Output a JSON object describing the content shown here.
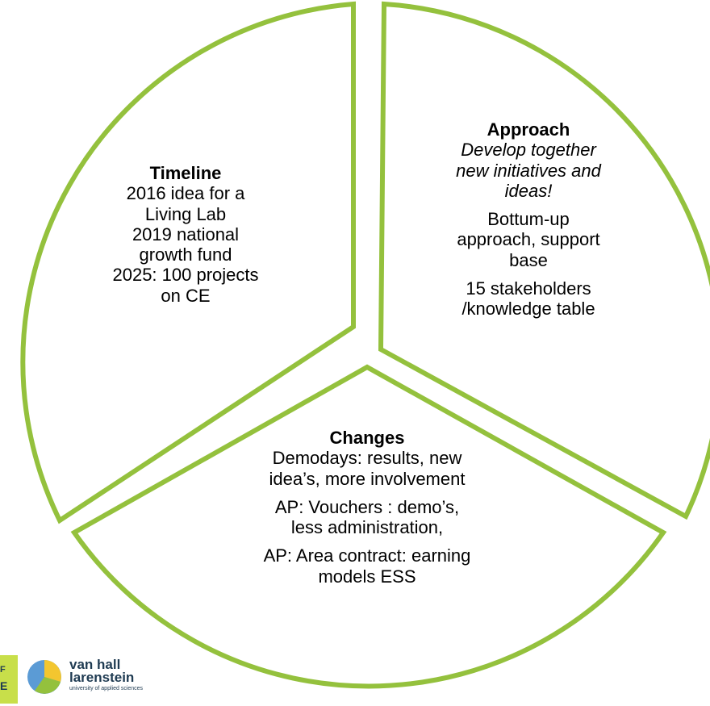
{
  "segments": {
    "timeline": {
      "title": "Timeline",
      "lines": [
        "2016 idea for a",
        "Living Lab",
        "2019 national",
        "growth fund",
        "2025: 100 projects",
        "on CE"
      ]
    },
    "approach": {
      "title": "Approach",
      "italic_lines": [
        "Develop together",
        "new initiatives  and",
        "ideas!"
      ],
      "para1": [
        "Bottum-up",
        "approach, support",
        "base"
      ],
      "para2": [
        "15 stakeholders",
        "/knowledge table"
      ]
    },
    "changes": {
      "title": "Changes",
      "para1": [
        "Demodays: results, new",
        "idea’s, more involvement"
      ],
      "para2": [
        "AP: Vouchers : demo’s,",
        "less administration,"
      ],
      "para3": [
        "AP: Area contract: earning",
        "models ESS"
      ]
    }
  },
  "logo": {
    "line1": "van hall",
    "line2": "larenstein",
    "line3": "university of applied sciences",
    "left_fragment_top": "F",
    "left_fragment_bottom": "E"
  },
  "colors": {
    "segment_stroke": "#94c13d",
    "logo_yellow": "#f3c62f",
    "logo_blue": "#5b9bd5",
    "logo_green": "#c8df4a"
  }
}
